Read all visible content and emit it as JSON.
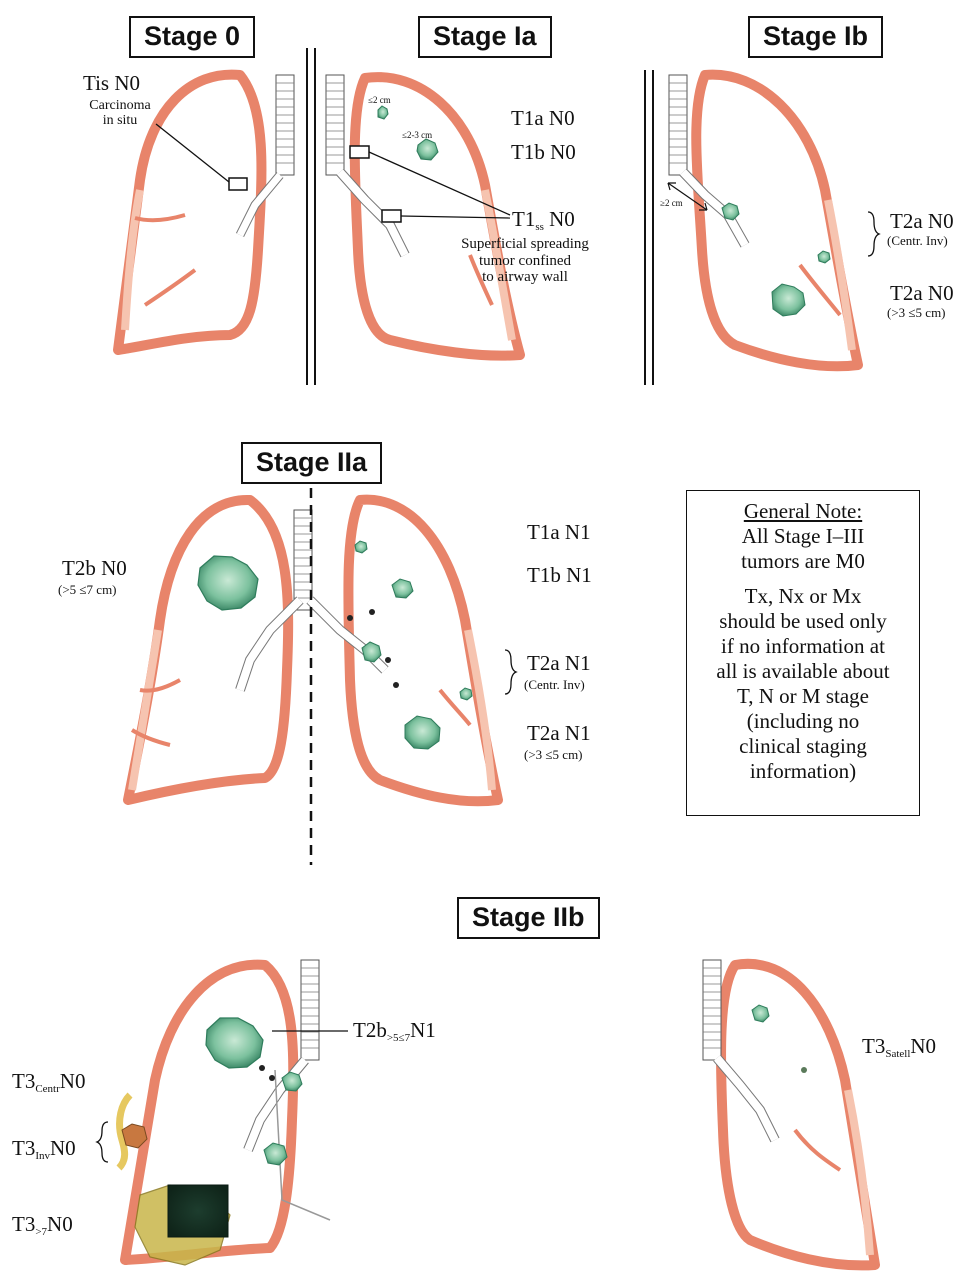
{
  "stages": {
    "stage0": "Stage 0",
    "stage1a": "Stage Ia",
    "stage1b": "Stage Ib",
    "stage2a": "Stage IIa",
    "stage2b": "Stage IIb"
  },
  "stage0": {
    "tis": "Tis N0",
    "cis_line1": "Carcinoma",
    "cis_line2": "in situ"
  },
  "stage1a": {
    "size_small": "≤2 cm",
    "size_mid": "≤2-3 cm",
    "t1a": "T1a N0",
    "t1b": "T1b N0",
    "t1ss_main": "T1",
    "t1ss_sub": "ss",
    "t1ss_tail": " N0",
    "desc1": "Superficial spreading",
    "desc2": "tumor confined",
    "desc3": "to airway wall"
  },
  "stage1b": {
    "dist": "≥2 cm",
    "t2a_central": "T2a N0",
    "centr_inv": "(Centr. Inv)",
    "t2a_size": "T2a N0",
    "size_range": "(>3 ≤5 cm)"
  },
  "stage2a": {
    "t2b": "T2b N0",
    "t2b_size": "(>5 ≤7 cm)",
    "t1a": "T1a N1",
    "t1b": "T1b N1",
    "t2a_central": "T2a N1",
    "centr_inv": "(Centr. Inv)",
    "t2a_size": "T2a N1",
    "size_range": "(>3 ≤5 cm)"
  },
  "note": {
    "heading": "General Note:",
    "p1_l1": "All Stage I–III",
    "p1_l2": "tumors are M0",
    "p2_l1": "Tx, Nx or Mx",
    "p2_l2": "should be used only",
    "p2_l3": "if no information at",
    "p2_l4": "all is available about",
    "p2_l5": "T, N or M stage",
    "p2_l6": "(including no",
    "p2_l7": "clinical staging",
    "p2_l8": "information)"
  },
  "stage2b": {
    "t2b_main": "T2b",
    "t2b_sub": ">5≤7",
    "t2b_tail": "N1",
    "t3c_main": "T3",
    "t3c_sub": "Centr",
    "t3c_tail": "N0",
    "t3i_main": "T3",
    "t3i_sub": "Inv",
    "t3i_tail": "N0",
    "t37_main": "T3",
    "t37_sub": ">7",
    "t37_tail": "N0",
    "t3s_main": "T3",
    "t3s_sub": "Satell",
    "t3s_tail": "N0"
  },
  "colors": {
    "pleura": "#e8846a",
    "pleura_light": "#f6c4b0",
    "tumor": "#3f9b74",
    "tumor_light": "#b5ddc6",
    "invasion": "#c8b64a",
    "nerve": "#e6c860"
  }
}
